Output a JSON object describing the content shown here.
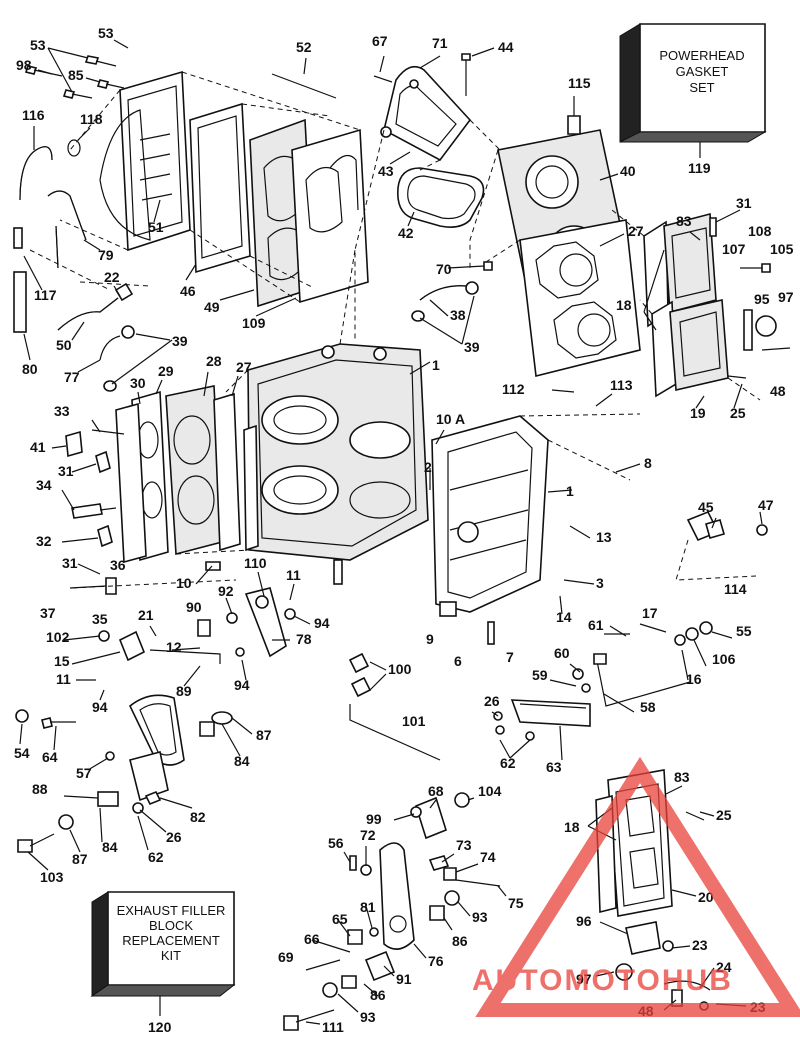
{
  "boxes": {
    "powerhead": {
      "lines": [
        "POWERHEAD",
        "GASKET",
        "SET"
      ],
      "number": "119"
    },
    "exhaust": {
      "lines": [
        "EXHAUST FILLER",
        "BLOCK",
        "REPLACEMENT",
        "KIT"
      ],
      "number": "120"
    }
  },
  "callouts": [
    "53",
    "98",
    "53",
    "85",
    "52",
    "67",
    "71",
    "44",
    "116",
    "118",
    "51",
    "46",
    "49",
    "109",
    "43",
    "42",
    "115",
    "40",
    "117",
    "79",
    "22",
    "50",
    "39",
    "77",
    "39",
    "80",
    "70",
    "38",
    "27",
    "31",
    "83",
    "108",
    "107",
    "105",
    "18",
    "95",
    "97",
    "1",
    "28",
    "27",
    "30",
    "29",
    "19",
    "25",
    "48",
    "112",
    "113",
    "33",
    "41",
    "31",
    "34",
    "32",
    "31",
    "36",
    "37",
    "35",
    "10 A",
    "2",
    "1",
    "8",
    "13",
    "3",
    "14",
    "9",
    "6",
    "7",
    "10",
    "92",
    "110",
    "11",
    "94",
    "90",
    "21",
    "12",
    "78",
    "102",
    "15",
    "11",
    "94",
    "89",
    "94",
    "45",
    "47",
    "114",
    "17",
    "61",
    "55",
    "60",
    "106",
    "16",
    "59",
    "58",
    "100",
    "26",
    "62",
    "63",
    "54",
    "64",
    "87",
    "84",
    "57",
    "101",
    "88",
    "82",
    "26",
    "62",
    "84",
    "87",
    "103",
    "99",
    "68",
    "104",
    "56",
    "72",
    "73",
    "74",
    "75",
    "81",
    "65",
    "66",
    "69",
    "86",
    "93",
    "91",
    "76",
    "86",
    "111",
    "93",
    "83",
    "25",
    "18",
    "20",
    "96",
    "23",
    "24",
    "97",
    "48",
    "23"
  ],
  "watermark": {
    "text": "AUTOMOTOHUB",
    "color": "#e8413a"
  }
}
